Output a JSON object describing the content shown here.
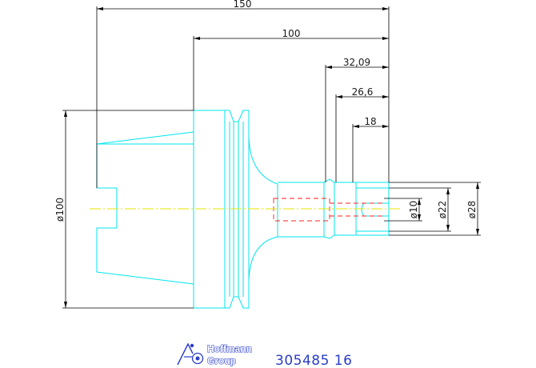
{
  "dimensions": {
    "len_150": "150",
    "len_100": "100",
    "len_32_09": "32,09",
    "len_26_6": "26,6",
    "len_18": "18",
    "dia_100": "ø100",
    "dia_10": "ø10",
    "dia_22": "ø22",
    "dia_28": "ø28"
  },
  "logo": {
    "line1": "Hoffmann",
    "line2": "Group"
  },
  "part_number": "305485 16",
  "colors": {
    "part_outline": "#00e5ee",
    "dimension": "#000000",
    "centerline": "#e6e600",
    "hidden_line": "#ff2020",
    "brand": "#2a3dc8"
  }
}
